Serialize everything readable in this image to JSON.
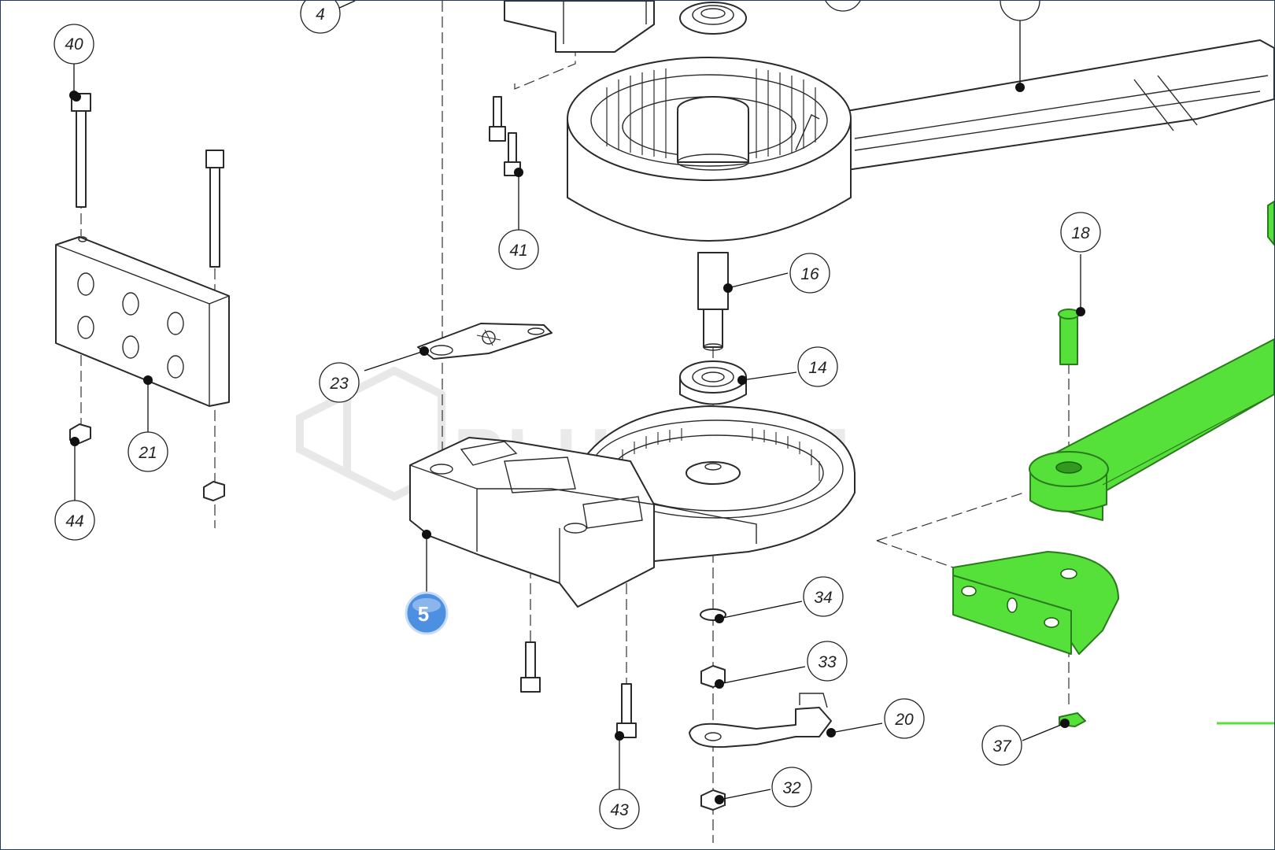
{
  "diagram": {
    "callouts": {
      "c40": "40",
      "c4": "4",
      "c41": "41",
      "c16": "16",
      "c18": "18",
      "c14": "14",
      "c23": "23",
      "c21": "21",
      "c44": "44",
      "c5": "5",
      "c34": "34",
      "c33": "33",
      "c20": "20",
      "c37": "37",
      "c43": "43",
      "c32": "32"
    },
    "highlight": {
      "label": "5",
      "color": "#4d8fe0"
    },
    "accent_color": "#55e03a",
    "watermark": "PLUSCOM"
  }
}
